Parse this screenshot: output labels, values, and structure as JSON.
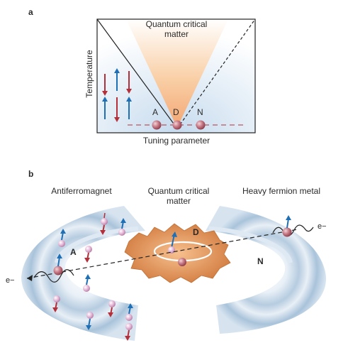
{
  "panel_a": {
    "label": "a",
    "title_line1": "Quantum critical",
    "title_line2": "matter",
    "ylabel": "Temperature",
    "xlabel": "Tuning parameter",
    "points": [
      "A",
      "D",
      "N"
    ]
  },
  "panel_b": {
    "label": "b",
    "left_label": "Antiferromagnet",
    "center_line1": "Quantum critical",
    "center_line2": "matter",
    "right_label": "Heavy fermion metal",
    "region_A": "A",
    "region_D": "D",
    "region_N": "N",
    "electron_left": "e−",
    "electron_right": "e−"
  },
  "colors": {
    "spin_up": "#1f6fb5",
    "spin_down": "#b3303a",
    "sphere": "#b0505a",
    "fan_orange": "#f3b27c",
    "disc_orange": "#d98a4c",
    "ring_blue": "#a9c3da"
  }
}
